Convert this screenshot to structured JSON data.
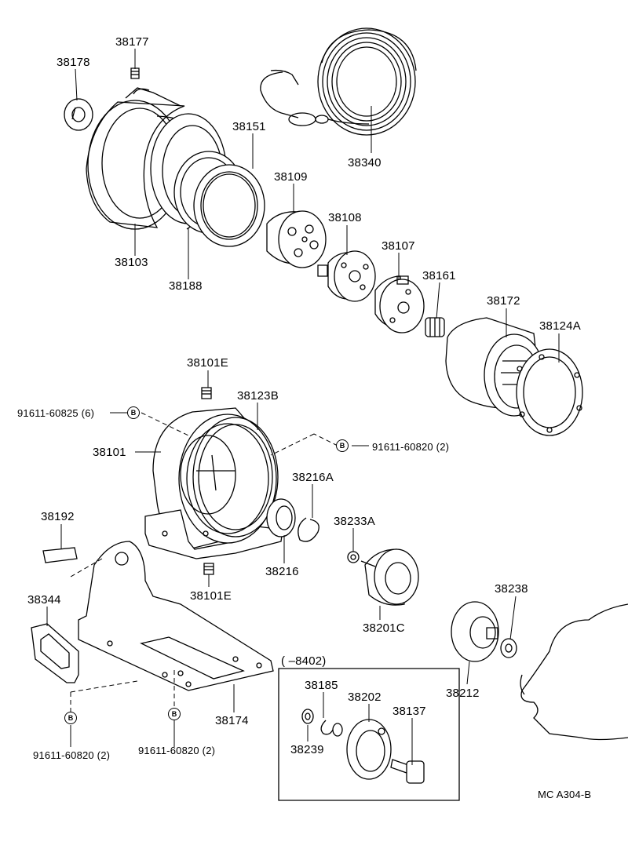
{
  "parts": {
    "p38177": "38177",
    "p38178": "38178",
    "p38151": "38151",
    "p38340": "38340",
    "p38109": "38109",
    "p38103": "38103",
    "p38188": "38188",
    "p38108": "38108",
    "p38107": "38107",
    "p38161": "38161",
    "p38172": "38172",
    "p38124A": "38124A",
    "p38101E_top": "38101E",
    "p38123B": "38123B",
    "p38101": "38101",
    "p38216A": "38216A",
    "p38192": "38192",
    "p38233A": "38233A",
    "p38216": "38216",
    "p38101E_bottom": "38101E",
    "p38238": "38238",
    "p38344": "38344",
    "p38201C": "38201C",
    "p38212": "38212",
    "p38174": "38174",
    "p38185": "38185",
    "p38202": "38202",
    "p38137": "38137",
    "p38239": "38239"
  },
  "bolts": {
    "b1": "91611-60825 (6)",
    "b2": "91611-60820 (2)",
    "b3": "91611-60820 (2)",
    "b4": "91611-60820 (2)"
  },
  "marker": "B",
  "inset_label": "(      –8402)",
  "figure_code": "MC  A304-B"
}
